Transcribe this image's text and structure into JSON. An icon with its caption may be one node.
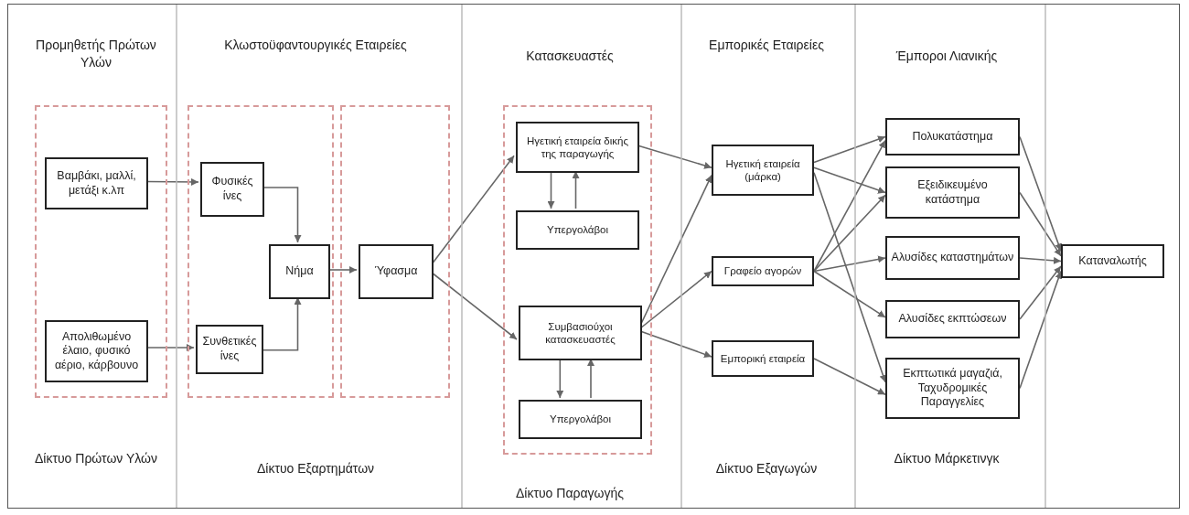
{
  "diagram": {
    "nodes": [
      {
        "text": [],
        "shape": "box"
      },
      {
        "text": [
          "Βαμβάκι, μαλλί, μετάξι κ.λπ"
        ],
        "in": 0
      },
      {
        "text": [
          "Απολιθωμένο έλαιο, φυσικό αέριο, κάρβουνο"
        ],
        "in": 0
      },
      {
        "text": [],
        "shape": "box"
      },
      {
        "text": [
          "Φυσικές ίνες"
        ],
        "in": 3
      },
      {
        "text": [
          "Συνθετικές ίνες"
        ],
        "in": 3
      },
      {
        "text": [
          "Νήμα"
        ],
        "in": 3
      },
      {
        "text": [],
        "shape": "box"
      },
      {
        "text": [
          "Ύφασμα"
        ],
        "in": 7
      },
      {
        "text": [],
        "shape": "box"
      },
      {
        "text": [
          "Ηγετική εταιρεία δικής της παραγωγής"
        ],
        "in": 9
      },
      {
        "text": [
          "Υπεργολάβοι"
        ],
        "in": 9
      },
      {
        "text": [
          "Συμβασιούχοι κατασκευαστές"
        ],
        "in": 9
      },
      {
        "text": [
          "Υπεργολάβοι"
        ],
        "in": 9
      },
      {
        "text": [
          "Ηγετική εταιρεία (μάρκα)"
        ]
      },
      {
        "text": [
          "Γραφείο αγορών"
        ]
      },
      {
        "text": [
          "Εμπορική εταιρεία"
        ]
      },
      {
        "text": [
          "Πολυκατάστημα"
        ]
      },
      {
        "text": [
          "Εξειδικευμένο κατάστημα"
        ]
      },
      {
        "text": [
          "Αλυσίδες καταστημάτων"
        ]
      },
      {
        "text": [
          "Αλυσίδες εκπτώσεων"
        ]
      },
      {
        "text": [
          "Εκπτωτικά μαγαζιά, Ταχυδρομικές Παραγγελίες"
        ]
      },
      {
        "text": [
          "Καταναλωτής"
        ]
      }
    ],
    "edges": [
      {
        "from": 1,
        "to": 4,
        "arrow": "to"
      },
      {
        "from": 2,
        "to": 5,
        "arrow": "to"
      },
      {
        "from": 4,
        "to": 6,
        "arrow": "to"
      },
      {
        "from": 5,
        "to": 6,
        "arrow": "to"
      },
      {
        "from": 6,
        "to": 8,
        "arrow": "to"
      },
      {
        "from": 8,
        "to": 10,
        "arrow": "to"
      },
      {
        "from": 8,
        "to": 12,
        "arrow": "to"
      },
      {
        "from": 10,
        "to": 11,
        "arrow": "to"
      },
      {
        "from": 11,
        "to": 10,
        "arrow": "to"
      },
      {
        "from": 12,
        "to": 13,
        "arrow": "to"
      },
      {
        "from": 13,
        "to": 12,
        "arrow": "to"
      },
      {
        "from": 10,
        "to": 14,
        "arrow": "to"
      },
      {
        "from": 12,
        "to": 14,
        "arrow": "to"
      },
      {
        "from": 12,
        "to": 15,
        "arrow": "to"
      },
      {
        "from": 12,
        "to": 16,
        "arrow": "to"
      },
      {
        "from": 14,
        "to": 17,
        "arrow": "to"
      },
      {
        "from": 14,
        "to": 18,
        "arrow": "to"
      },
      {
        "from": 14,
        "to": 21,
        "arrow": "to"
      },
      {
        "from": 15,
        "to": 17,
        "arrow": "to"
      },
      {
        "from": 15,
        "to": 18,
        "arrow": "to"
      },
      {
        "from": 15,
        "to": 19,
        "arrow": "to"
      },
      {
        "from": 15,
        "to": 20,
        "arrow": "to"
      },
      {
        "from": 16,
        "to": 21,
        "arrow": "to"
      },
      {
        "from": 17,
        "to": 22,
        "arrow": "to"
      },
      {
        "from": 18,
        "to": 22,
        "arrow": "to"
      },
      {
        "from": 19,
        "to": 22,
        "arrow": "to"
      },
      {
        "from": 20,
        "to": 22,
        "arrow": "to"
      },
      {
        "from": 21,
        "to": 22,
        "arrow": "to"
      }
    ],
    "labels": [
      "Προμηθετής Πρώτων Υλών",
      "Κλωστοϋφαντουργικές Εταιρείες",
      "Κατασκευαστές",
      "Εμπορικές Εταιρείες",
      "Έμποροι Λιανικής",
      "Δίκτυο Πρώτων Υλών",
      "Δίκτυο Εξαρτημάτων",
      "Δίκτυο Εξαγωγών",
      "Δίκτυο Μάρκετινγκ",
      "Δίκτυο Παραγωγής"
    ]
  }
}
